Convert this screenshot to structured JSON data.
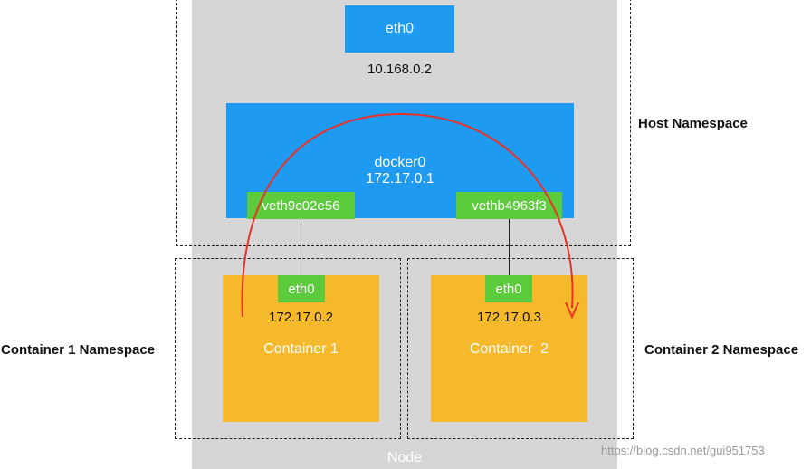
{
  "host": {
    "eth0_label": "eth0",
    "eth0_ip": "10.168.0.2",
    "docker0_label": "docker0",
    "docker0_ip": "172.17.0.1",
    "veth1_label": "veth9c02e56",
    "veth2_label": "vethb4963f3",
    "namespace_label": "Host Namespace"
  },
  "container1": {
    "eth0_label": "eth0",
    "ip": "172.17.0.2",
    "name": "Container 1",
    "namespace_label": "Container 1 Namespace"
  },
  "container2": {
    "eth0_label": "eth0",
    "ip": "172.17.0.3",
    "name": "Container  2",
    "namespace_label": "Container 2 Namespace"
  },
  "node_label": "Node",
  "watermark": "https://blog.csdn.net/gui951753",
  "colors": {
    "interface_blue": "#1e9bf0",
    "veth_green": "#5ccb3c",
    "container_orange": "#f6b92b",
    "node_gray": "#d6d6d6",
    "arrow_red": "#e8322a"
  }
}
